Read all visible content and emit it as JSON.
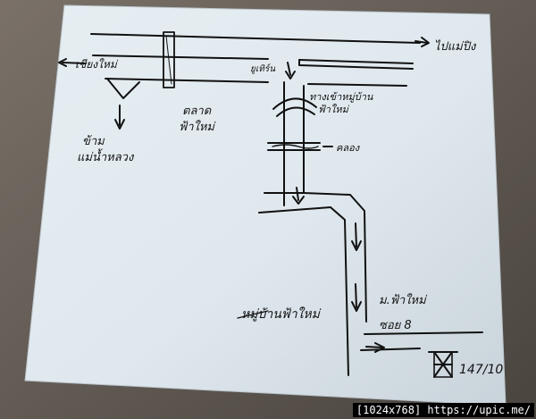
{
  "scene": {
    "labels": {
      "top_right_road": "ไปแม่ปิง",
      "top_left_road": "เชียงใหม่",
      "alley_left": "ยูเทิร์น",
      "market": "ตลาด\nฟ้าใหม่",
      "bridge_left": "ข้าม\nแม่น้ำหลวง",
      "arch": "ทางเข้าหมู่บ้าน\nฟ้าใหม่",
      "canal": "คลอง",
      "village": "หมู่บ้านฟ้าใหม่",
      "village_right": "ม.ฟ้าใหม่",
      "soi": "ซอย 8",
      "house_number": "147/10"
    },
    "watermark": "[1024x768] https://upic.me/"
  }
}
